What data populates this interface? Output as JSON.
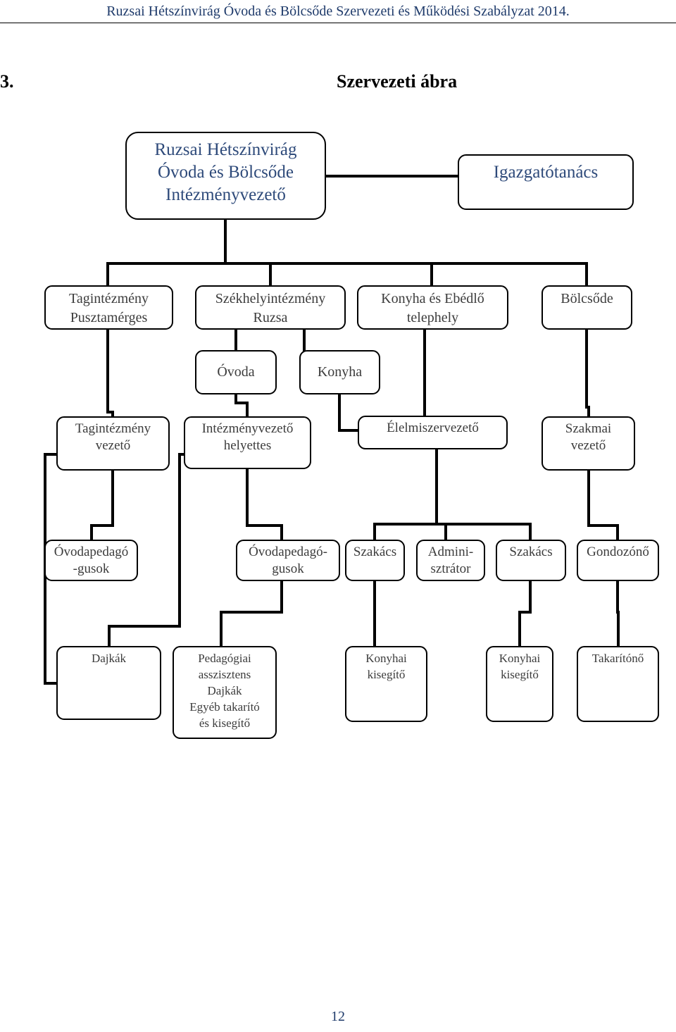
{
  "header": {
    "text": "Ruzsai Hétszínvirág Óvoda és Bölcsőde Szervezeti és Működési Szabályzat 2014."
  },
  "heading": {
    "number": "3.",
    "title": "Szervezeti ábra"
  },
  "nodes": {
    "root": [
      "Ruzsai Hétszínvirág",
      "Óvoda és Bölcsőde",
      "Intézményvezető"
    ],
    "board": [
      "Igazgatótanács"
    ],
    "tag_pusztamerges": [
      "Tagintézmény",
      "Pusztamérges"
    ],
    "szekhely": [
      "Székhelyintézmény",
      "Ruzsa"
    ],
    "konyha_ebedlo": [
      "Konyha és Ebédlő",
      "telephely"
    ],
    "bolcsode": [
      "Bölcsőde"
    ],
    "ovoda": [
      "Óvoda"
    ],
    "konyha": [
      "Konyha"
    ],
    "tag_vezeto": [
      "Tagintézmény",
      "vezető"
    ],
    "iv_helyettes": [
      "Intézményvezető",
      "helyettes"
    ],
    "elelmiszer": [
      "Élelmiszervezető"
    ],
    "szakmai": [
      "Szakmai",
      "vezető"
    ],
    "ovodapedagogusok_1": [
      "Óvodapedagó",
      "-gusok"
    ],
    "ovodapedagogusok_2": [
      "Óvodapedagó-",
      "gusok"
    ],
    "szakacs_1": [
      "Szakács"
    ],
    "adminisztrator": [
      "Admini-",
      "sztrátor"
    ],
    "szakacs_2": [
      "Szakács"
    ],
    "gondozono": [
      "Gondozónő"
    ],
    "dajkak": [
      "Dajkák"
    ],
    "ped_asszisztens": [
      "Pedagógiai",
      "asszisztens",
      "Dajkák",
      "Egyéb takarító",
      "és kisegítő"
    ],
    "konyhai_kisegito_1": [
      "Konyhai",
      "kisegítő"
    ],
    "konyhai_kisegito_2": [
      "Konyhai",
      "kisegítő"
    ],
    "takaritono": [
      "Takarítónő"
    ]
  },
  "footer": {
    "page_number": "12"
  }
}
